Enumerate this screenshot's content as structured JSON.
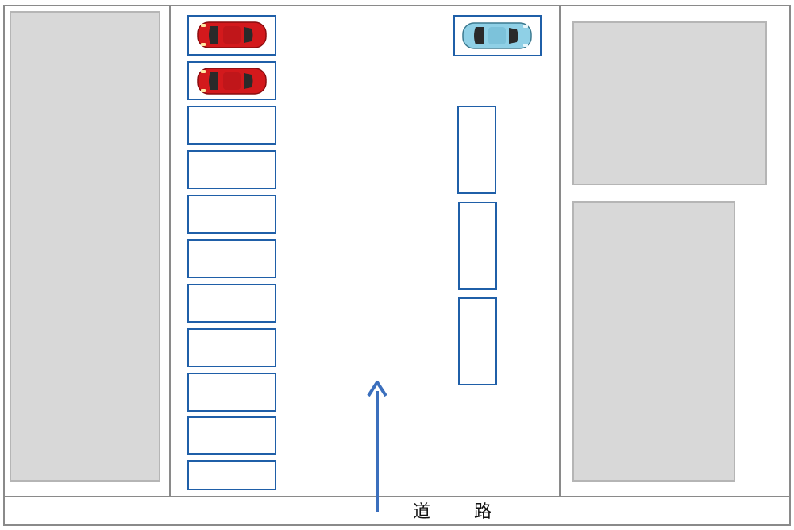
{
  "road": {
    "label": "道 路"
  },
  "colors": {
    "slot_border": "#1f5fa8",
    "building": "#d8d8d8",
    "arrow": "#3b6fbd",
    "car_red": "#d3191c",
    "car_blue": "#8fd0e6"
  },
  "parking": {
    "left_slots": [
      {
        "occupied": true,
        "car_color": "red"
      },
      {
        "occupied": true,
        "car_color": "red"
      },
      {
        "occupied": false
      },
      {
        "occupied": false
      },
      {
        "occupied": false
      },
      {
        "occupied": false
      },
      {
        "occupied": false
      },
      {
        "occupied": false
      },
      {
        "occupied": false
      },
      {
        "occupied": false
      },
      {
        "occupied": false
      }
    ],
    "right_slots": [
      {
        "occupied": true,
        "car_color": "light-blue"
      },
      {
        "occupied": false
      },
      {
        "occupied": false
      },
      {
        "occupied": false
      }
    ]
  },
  "icons": {
    "direction": "up-arrow-icon",
    "car": "car-top-view-icon"
  }
}
